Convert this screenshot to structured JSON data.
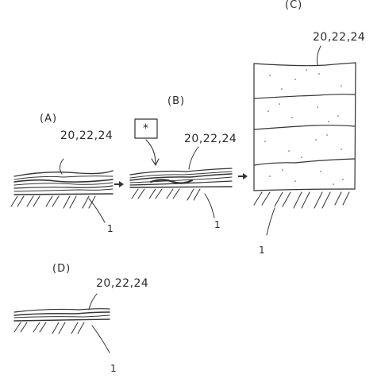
{
  "panels": {
    "a": {
      "label": "(A)",
      "layer_ref": "20,22,24",
      "substrate_ref": "1"
    },
    "b": {
      "label": "(B)",
      "layer_ref": "20,22,24",
      "substrate_ref": "1",
      "light_symbol": "*"
    },
    "c": {
      "label": "(C)",
      "layer_ref": "20,22,24",
      "substrate_ref": "1"
    },
    "d": {
      "label": "(D)",
      "layer_ref": "20,22,24",
      "substrate_ref": "1"
    }
  },
  "colors": {
    "ink": "#333333",
    "background": "#ffffff"
  }
}
